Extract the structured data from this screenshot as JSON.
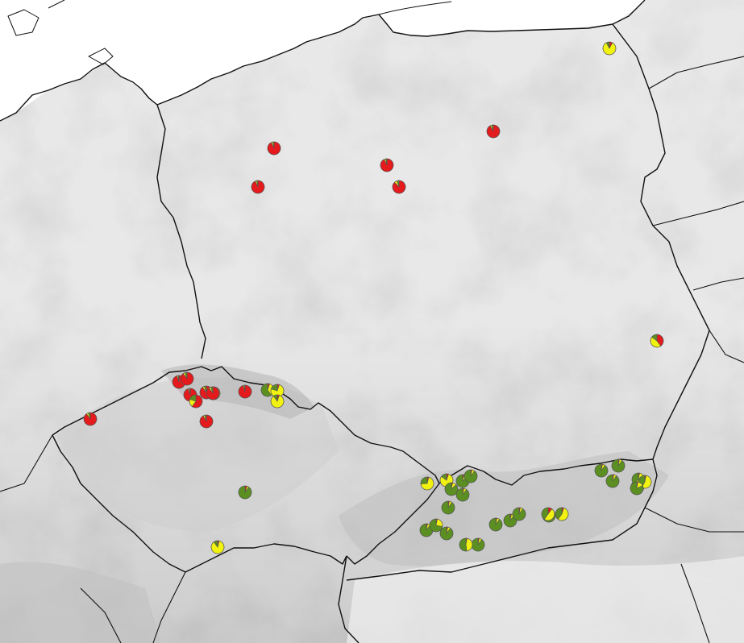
{
  "map": {
    "colors": {
      "sea": "#ffffff",
      "land_light": "#e9e9e9",
      "land_mid": "#d9d9d9",
      "relief_dark": "#bdbdbd",
      "border": "#111111",
      "pie_red": "#e41a1c",
      "pie_yellow": "#f2f211",
      "pie_green": "#5b8f22",
      "pie_outline": "#555555"
    },
    "pie_categories": [
      "red",
      "yellow",
      "green"
    ],
    "sites": [
      {
        "id": "ne-border",
        "red": 0.08,
        "yellow": 0.84,
        "green": 0.08
      },
      {
        "id": "north-1",
        "red": 0.92,
        "yellow": 0.04,
        "green": 0.04
      },
      {
        "id": "north-2",
        "red": 0.93,
        "yellow": 0.04,
        "green": 0.03
      },
      {
        "id": "north-3",
        "red": 0.93,
        "yellow": 0.04,
        "green": 0.03
      },
      {
        "id": "north-4",
        "red": 0.93,
        "yellow": 0.04,
        "green": 0.03
      },
      {
        "id": "north-5",
        "red": 0.88,
        "yellow": 0.07,
        "green": 0.05
      },
      {
        "id": "east-1",
        "red": 0.4,
        "yellow": 0.45,
        "green": 0.15
      },
      {
        "id": "sudetes-1",
        "red": 0.95,
        "yellow": 0.03,
        "green": 0.02
      },
      {
        "id": "sudetes-2",
        "red": 0.9,
        "yellow": 0.05,
        "green": 0.05
      },
      {
        "id": "sudetes-3",
        "red": 0.95,
        "yellow": 0.03,
        "green": 0.02
      },
      {
        "id": "sudetes-4",
        "red": 0.6,
        "yellow": 0.2,
        "green": 0.2
      },
      {
        "id": "sudetes-5",
        "red": 0.9,
        "yellow": 0.05,
        "green": 0.05
      },
      {
        "id": "sudetes-6",
        "red": 0.1,
        "yellow": 0.55,
        "green": 0.35
      },
      {
        "id": "sudetes-7",
        "red": 0.92,
        "yellow": 0.04,
        "green": 0.04
      },
      {
        "id": "sudetes-8",
        "red": 0.95,
        "yellow": 0.03,
        "green": 0.02
      },
      {
        "id": "sudetes-9",
        "red": 0.9,
        "yellow": 0.05,
        "green": 0.05
      },
      {
        "id": "sudetes-10",
        "red": 0.05,
        "yellow": 0.35,
        "green": 0.6
      },
      {
        "id": "sudetes-11",
        "red": 0.05,
        "yellow": 0.75,
        "green": 0.2
      },
      {
        "id": "sudetes-12",
        "red": 0.05,
        "yellow": 0.85,
        "green": 0.1
      },
      {
        "id": "west-bohemia",
        "red": 0.9,
        "yellow": 0.05,
        "green": 0.05
      },
      {
        "id": "central-cz",
        "red": 0.05,
        "yellow": 0.05,
        "green": 0.9
      },
      {
        "id": "south-cz",
        "red": 0.04,
        "yellow": 0.86,
        "green": 0.1
      },
      {
        "id": "sk-1",
        "red": 0.04,
        "yellow": 0.7,
        "green": 0.26
      },
      {
        "id": "sk-2",
        "red": 0.05,
        "yellow": 0.8,
        "green": 0.15
      },
      {
        "id": "sk-3",
        "red": 0.03,
        "yellow": 0.1,
        "green": 0.87
      },
      {
        "id": "sk-4",
        "red": 0.03,
        "yellow": 0.1,
        "green": 0.87
      },
      {
        "id": "sk-5",
        "red": 0.03,
        "yellow": 0.07,
        "green": 0.9
      },
      {
        "id": "sk-6",
        "red": 0.03,
        "yellow": 0.07,
        "green": 0.9
      },
      {
        "id": "sk-7",
        "red": 0.03,
        "yellow": 0.07,
        "green": 0.9
      },
      {
        "id": "sk-8",
        "red": 0.03,
        "yellow": 0.07,
        "green": 0.9
      },
      {
        "id": "sk-9",
        "red": 0.03,
        "yellow": 0.25,
        "green": 0.72
      },
      {
        "id": "sk-10",
        "red": 0.03,
        "yellow": 0.07,
        "green": 0.9
      },
      {
        "id": "sk-11",
        "red": 0.03,
        "yellow": 0.07,
        "green": 0.9
      },
      {
        "id": "sk-12",
        "red": 0.03,
        "yellow": 0.07,
        "green": 0.9
      },
      {
        "id": "sk-13",
        "red": 0.03,
        "yellow": 0.45,
        "green": 0.52
      },
      {
        "id": "sk-14",
        "red": 0.03,
        "yellow": 0.07,
        "green": 0.9
      },
      {
        "id": "sk-15",
        "red": 0.03,
        "yellow": 0.07,
        "green": 0.9
      },
      {
        "id": "sk-16",
        "red": 0.03,
        "yellow": 0.07,
        "green": 0.9
      },
      {
        "id": "sk-17",
        "red": 0.03,
        "yellow": 0.07,
        "green": 0.9
      },
      {
        "id": "sk-18",
        "red": 0.05,
        "yellow": 0.55,
        "green": 0.4
      },
      {
        "id": "sk-19",
        "red": 0.1,
        "yellow": 0.5,
        "green": 0.4
      },
      {
        "id": "sk-20",
        "red": 0.03,
        "yellow": 0.07,
        "green": 0.9
      },
      {
        "id": "sk-21",
        "red": 0.03,
        "yellow": 0.07,
        "green": 0.9
      },
      {
        "id": "sk-22",
        "red": 0.03,
        "yellow": 0.07,
        "green": 0.9
      },
      {
        "id": "sk-23",
        "red": 0.03,
        "yellow": 0.6,
        "green": 0.37
      },
      {
        "id": "sk-24",
        "red": 0.03,
        "yellow": 0.55,
        "green": 0.42
      },
      {
        "id": "sk-25",
        "red": 0.03,
        "yellow": 0.15,
        "green": 0.82
      }
    ]
  }
}
